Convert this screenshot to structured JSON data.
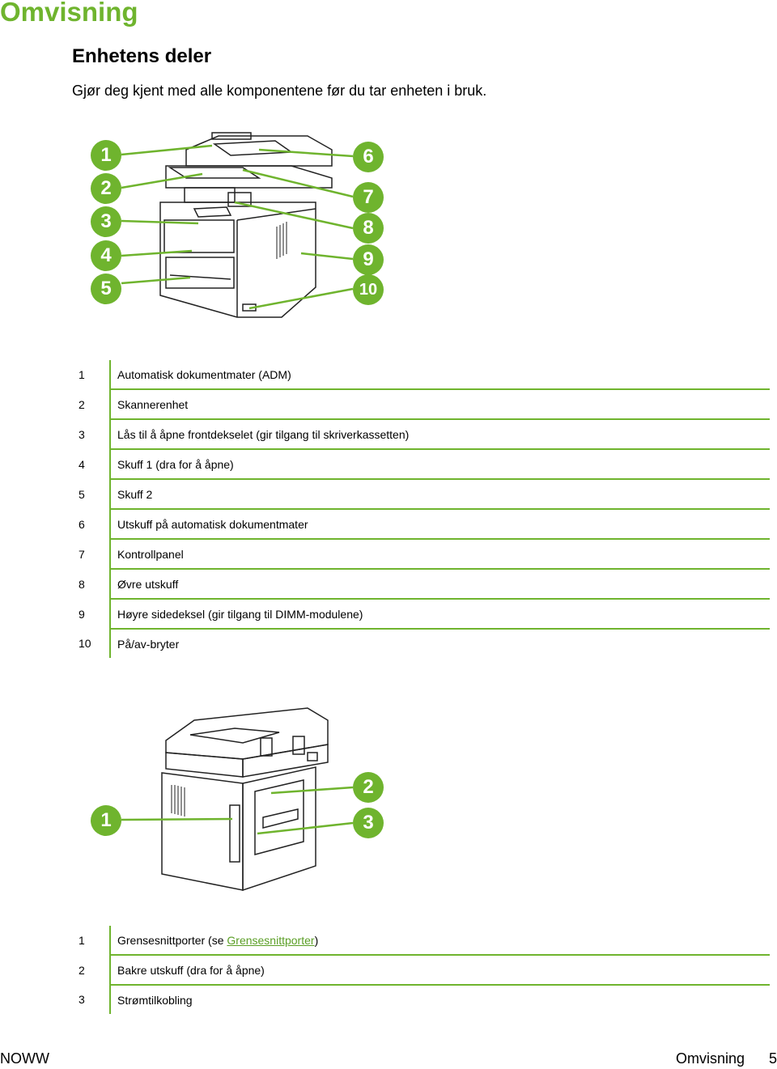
{
  "header": {
    "chapter_title": "Omvisning",
    "section_title": "Enhetens deler",
    "intro": "Gjør deg kjent med alle komponentene før du tar enheten i bruk."
  },
  "front_figure": {
    "callouts_left": [
      "1",
      "2",
      "3",
      "4",
      "5"
    ],
    "callouts_right": [
      "6",
      "7",
      "8",
      "9",
      "10"
    ]
  },
  "front_parts": [
    {
      "num": "1",
      "label": "Automatisk dokumentmater (ADM)"
    },
    {
      "num": "2",
      "label": "Skannerenhet"
    },
    {
      "num": "3",
      "label": "Lås til å åpne frontdekselet (gir tilgang til skriverkassetten)"
    },
    {
      "num": "4",
      "label": "Skuff 1 (dra for å åpne)"
    },
    {
      "num": "5",
      "label": "Skuff 2"
    },
    {
      "num": "6",
      "label": "Utskuff på automatisk dokumentmater"
    },
    {
      "num": "7",
      "label": "Kontrollpanel"
    },
    {
      "num": "8",
      "label": "Øvre utskuff"
    },
    {
      "num": "9",
      "label": "Høyre sidedeksel (gir tilgang til DIMM-modulene)"
    },
    {
      "num": "10",
      "label": "På/av-bryter"
    }
  ],
  "back_figure": {
    "callouts_left": [
      "1"
    ],
    "callouts_right": [
      "2",
      "3"
    ]
  },
  "back_parts": [
    {
      "num": "1",
      "label_before": "Grensesnittporter (se ",
      "link": "Grensesnittporter",
      "label_after": ")"
    },
    {
      "num": "2",
      "label": "Bakre utskuff (dra for å åpne)"
    },
    {
      "num": "3",
      "label": "Strømtilkobling"
    }
  ],
  "footer": {
    "left": "NOWW",
    "section": "Omvisning",
    "page": "5"
  },
  "colors": {
    "accent": "#6fb42e",
    "text": "#000000"
  }
}
